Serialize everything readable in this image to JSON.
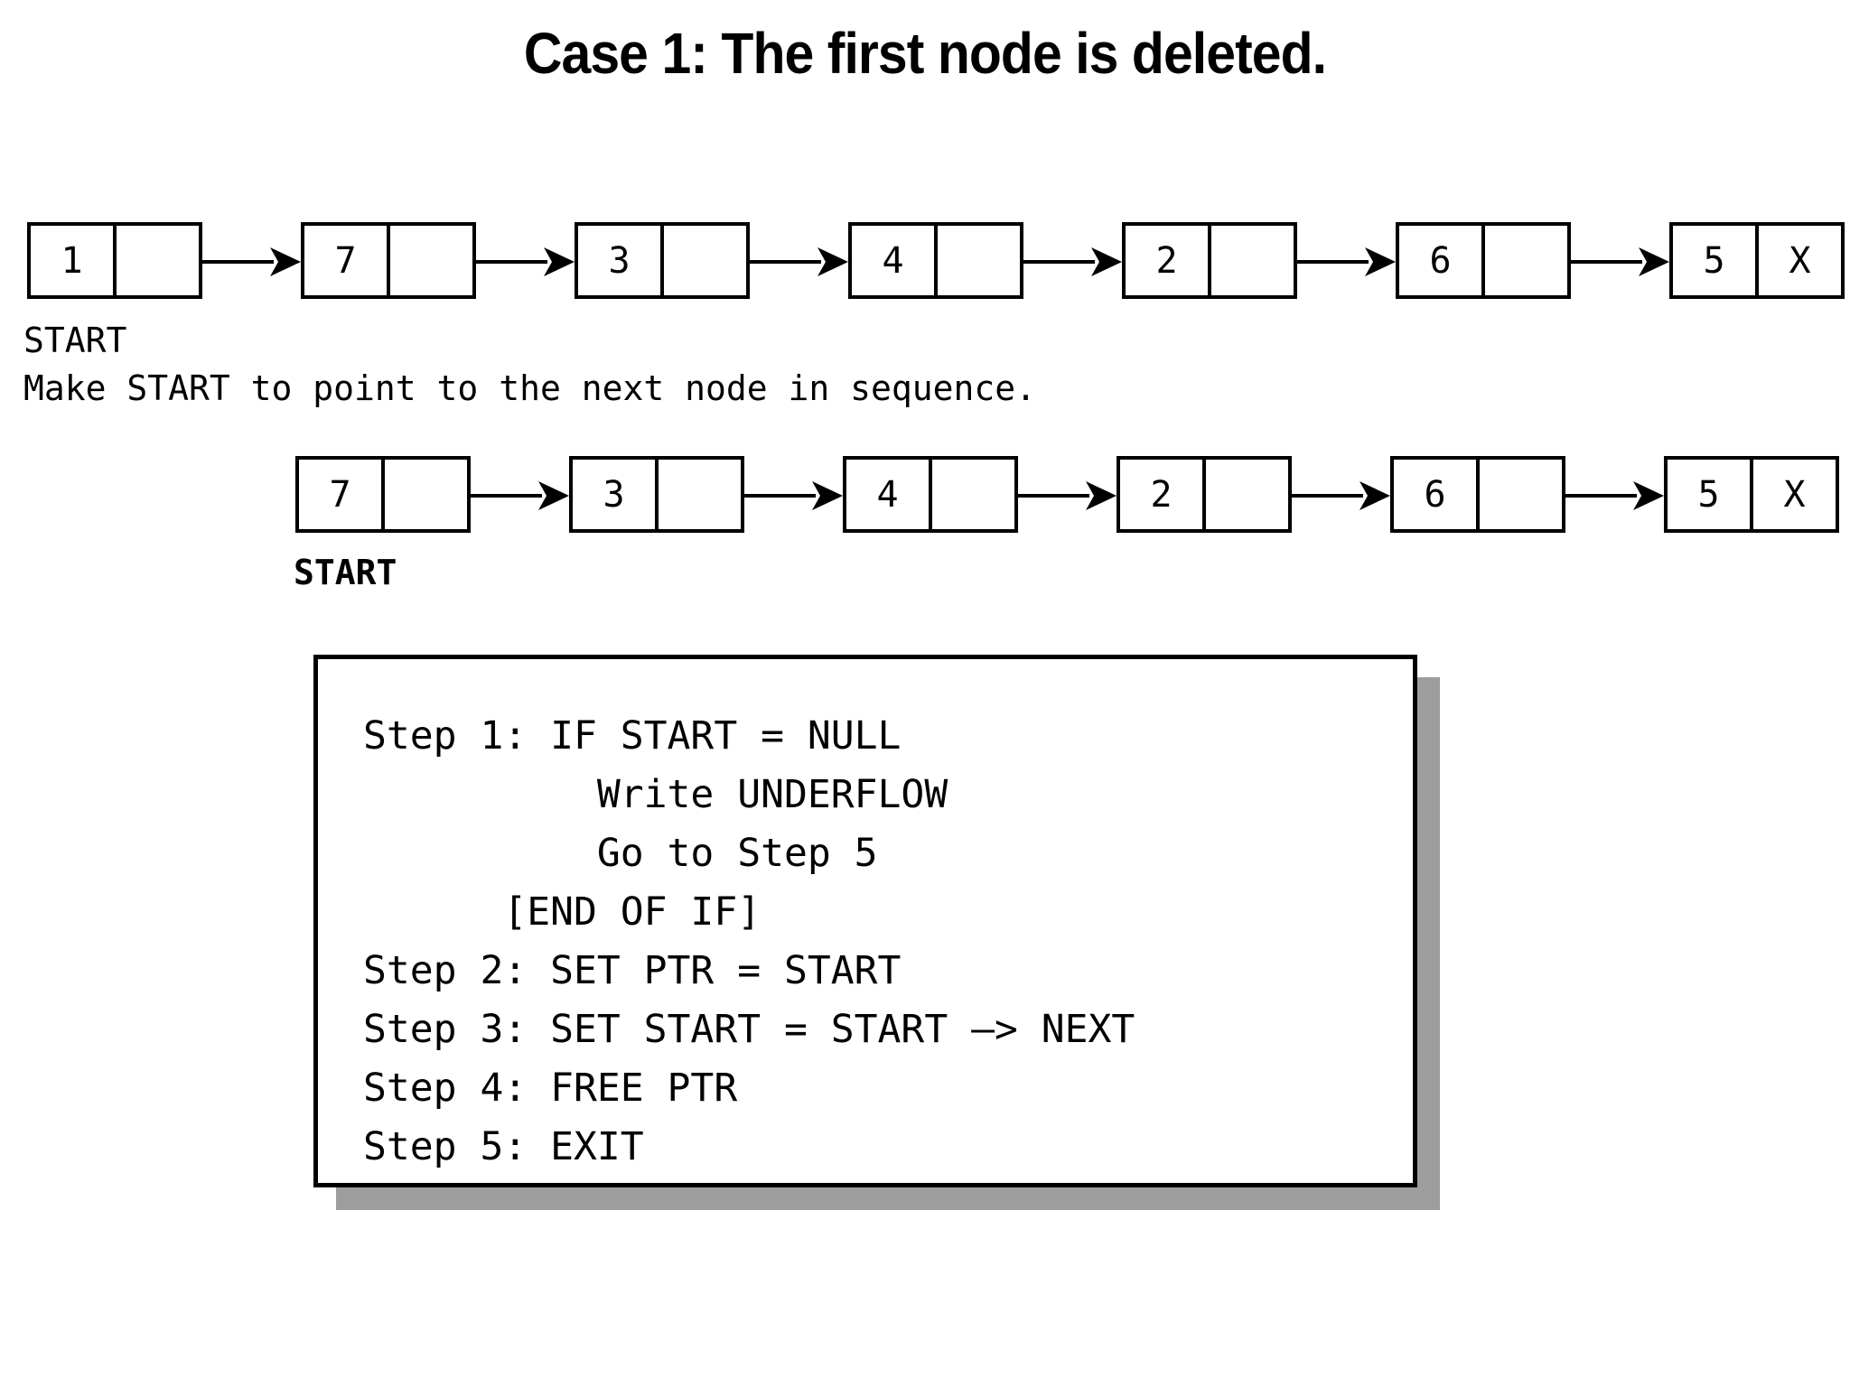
{
  "title": "Case 1: The first node is deleted.",
  "diagram": {
    "type": "singly-linked-list-deletion",
    "lists": [
      {
        "id": "before",
        "start_label": "START",
        "start_points_to_index": 0,
        "nodes": [
          {
            "data": "1",
            "next": "pointer"
          },
          {
            "data": "7",
            "next": "pointer"
          },
          {
            "data": "3",
            "next": "pointer"
          },
          {
            "data": "4",
            "next": "pointer"
          },
          {
            "data": "2",
            "next": "pointer"
          },
          {
            "data": "6",
            "next": "pointer"
          },
          {
            "data": "5",
            "next": "X"
          }
        ]
      },
      {
        "id": "after",
        "start_label": "START",
        "start_points_to_index": 0,
        "nodes": [
          {
            "data": "7",
            "next": "pointer"
          },
          {
            "data": "3",
            "next": "pointer"
          },
          {
            "data": "4",
            "next": "pointer"
          },
          {
            "data": "2",
            "next": "pointer"
          },
          {
            "data": "6",
            "next": "pointer"
          },
          {
            "data": "5",
            "next": "X"
          }
        ]
      }
    ],
    "instruction": "Make START to point to the next node in sequence.",
    "null_marker": "X"
  },
  "algorithm": {
    "lines": [
      "Step 1: IF START = NULL",
      "          Write UNDERFLOW",
      "          Go to Step 5",
      "      [END OF IF]",
      "Step 2: SET PTR = START",
      "Step 3: SET START = START –> NEXT",
      "Step 4: FREE PTR",
      "Step 5: EXIT"
    ]
  },
  "colors": {
    "ink": "#000000",
    "background": "#ffffff",
    "shadow": "#9d9d9d"
  }
}
